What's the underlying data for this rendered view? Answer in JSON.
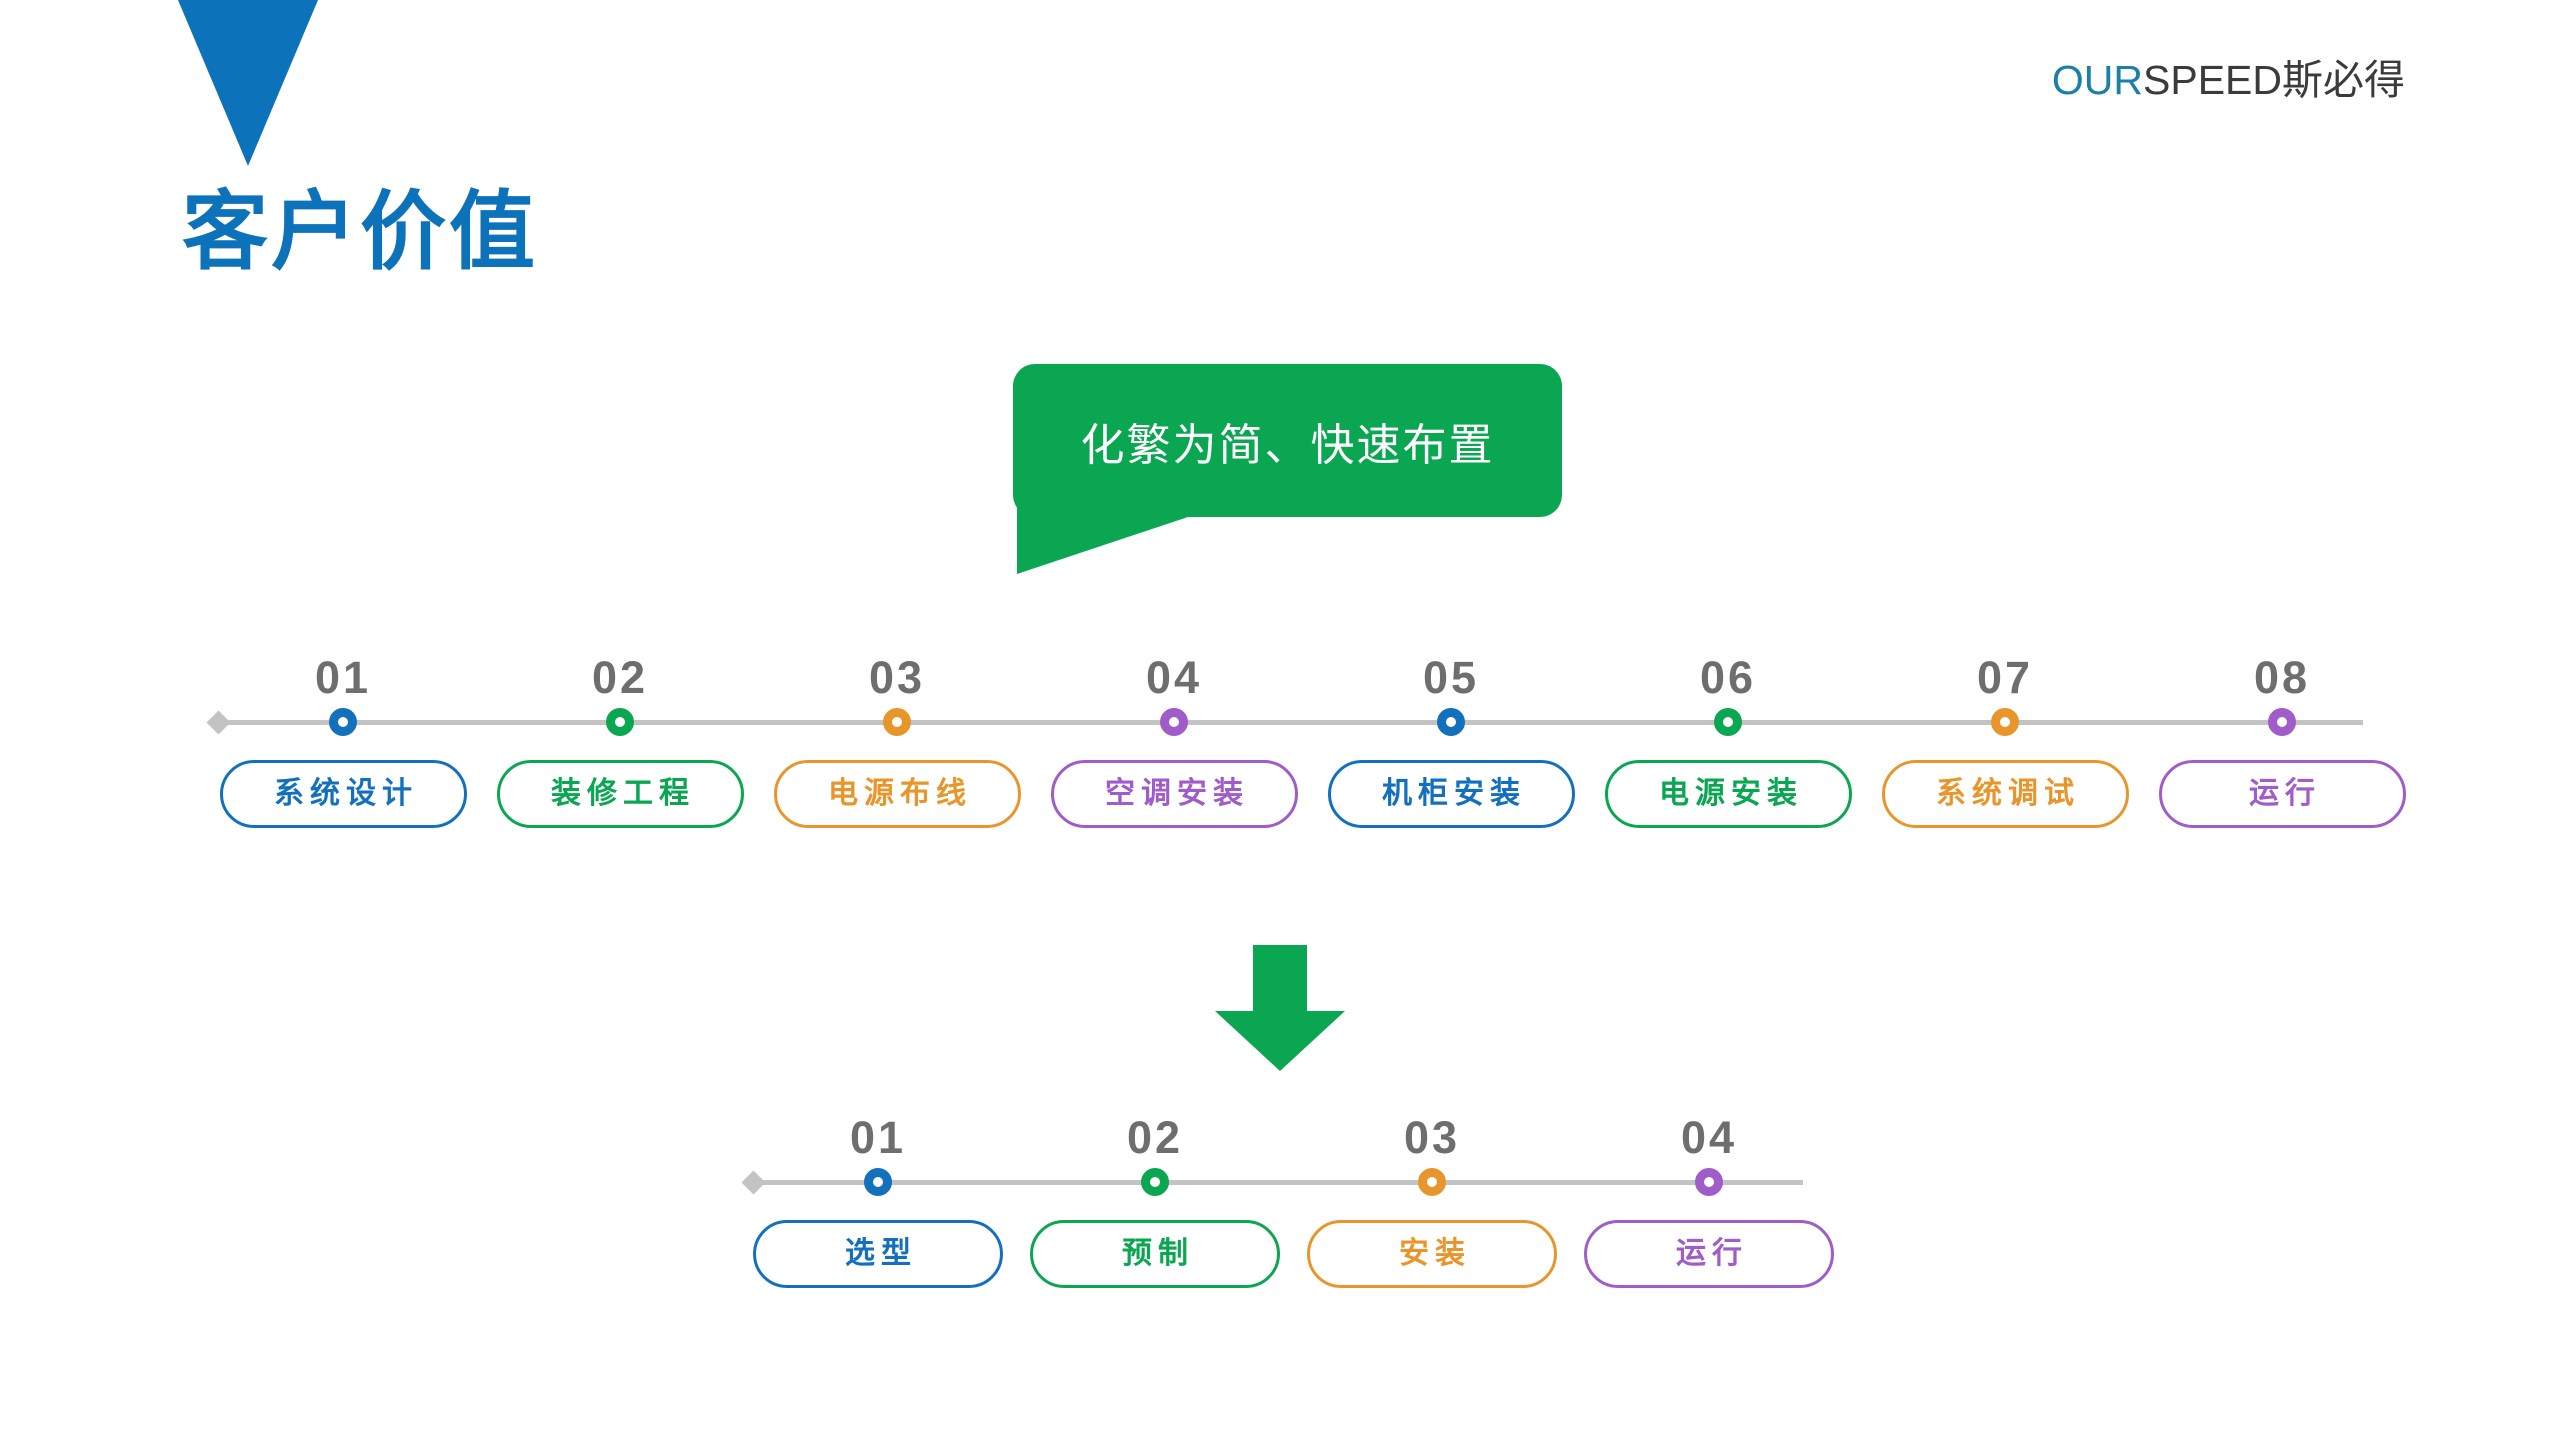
{
  "logo": {
    "prefix": "OUR",
    "main": "SPEED",
    "cn": "斯必得"
  },
  "page_title": "客户价值",
  "callout": {
    "text": "化繁为简、快速布置",
    "color": "#0BA651"
  },
  "colors": {
    "blue": "#1270BC",
    "green": "#0BA651",
    "orange": "#E8962B",
    "purple": "#A05CC8",
    "title_blue": "#0C72BA",
    "number_gray": "#6E6E6E",
    "line_gray": "#C3C3C3"
  },
  "timeline_before": {
    "items": [
      {
        "number": "01",
        "label": "系统设计",
        "color": "blue"
      },
      {
        "number": "02",
        "label": "装修工程",
        "color": "green"
      },
      {
        "number": "03",
        "label": "电源布线",
        "color": "orange"
      },
      {
        "number": "04",
        "label": "空调安装",
        "color": "purple"
      },
      {
        "number": "05",
        "label": "机柜安装",
        "color": "blue"
      },
      {
        "number": "06",
        "label": "电源安装",
        "color": "green"
      },
      {
        "number": "07",
        "label": "系统调试",
        "color": "orange"
      },
      {
        "number": "08",
        "label": "运行",
        "color": "purple"
      }
    ]
  },
  "timeline_after": {
    "items": [
      {
        "number": "01",
        "label": "选型",
        "color": "blue"
      },
      {
        "number": "02",
        "label": "预制",
        "color": "green"
      },
      {
        "number": "03",
        "label": "安装",
        "color": "orange"
      },
      {
        "number": "04",
        "label": "运行",
        "color": "purple"
      }
    ]
  },
  "flow_arrow": {
    "direction": "down",
    "color": "#0BA651"
  }
}
